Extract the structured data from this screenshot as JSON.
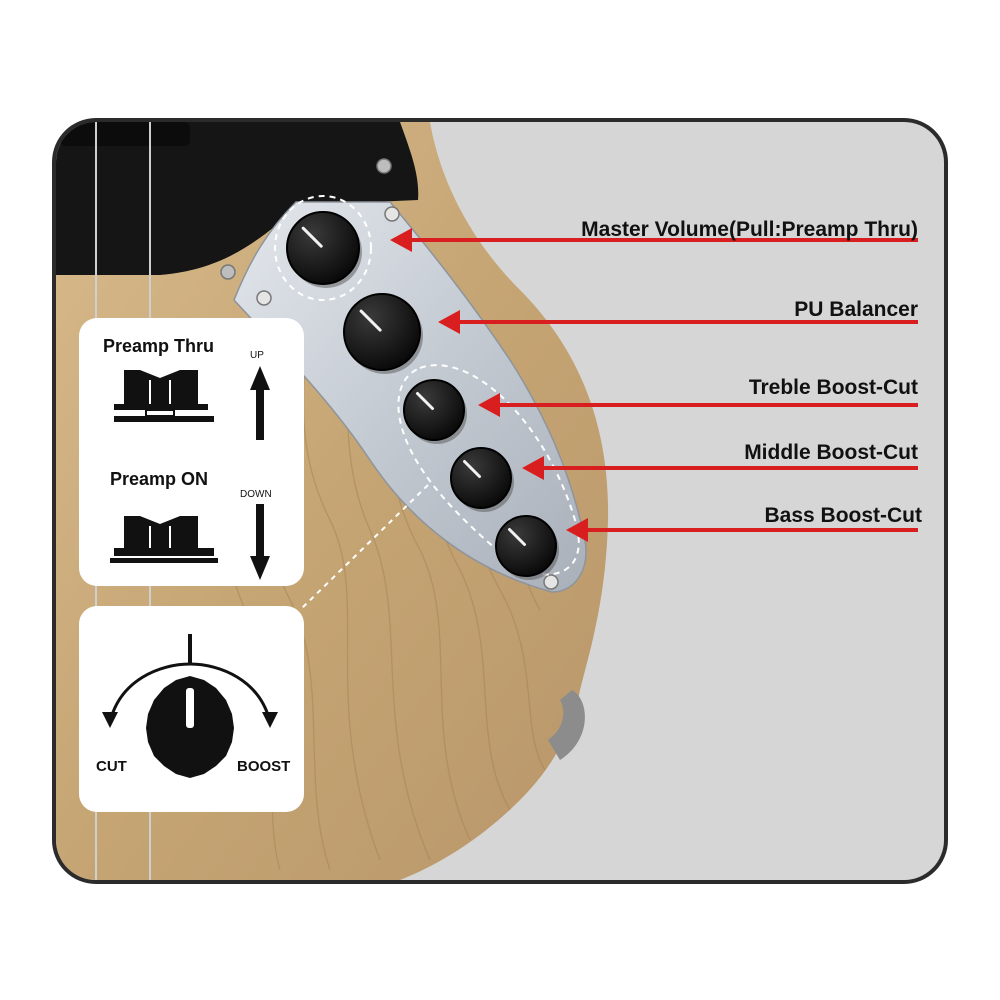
{
  "colors": {
    "frame": "#2b2b2b",
    "backdrop": "#d6d6d6",
    "wood": "#c9a97b",
    "pickguard": "#151515",
    "control_plate": "#c9ced5",
    "knob": "#121212",
    "arrow": "#d81e1e",
    "card": "#ffffff"
  },
  "controls": [
    {
      "label": "Master Volume(Pull:Preamp Thru)",
      "icon": "knob-icon"
    },
    {
      "label": "PU Balancer",
      "icon": "knob-icon"
    },
    {
      "label": "Treble Boost-Cut",
      "icon": "knob-icon"
    },
    {
      "label": "Middle Boost-Cut",
      "icon": "knob-icon"
    },
    {
      "label": "Bass Boost-Cut",
      "icon": "knob-icon"
    }
  ],
  "preamp_card": {
    "thru_label": "Preamp Thru",
    "up_label": "UP",
    "on_label": "Preamp ON",
    "down_label": "DOWN",
    "icons": [
      "knob-pulled-icon",
      "arrow-up-icon",
      "knob-pushed-icon",
      "arrow-down-icon"
    ]
  },
  "knob_card": {
    "cut_label": "CUT",
    "boost_label": "BOOST",
    "icons": [
      "knob-icon",
      "curved-arrow-left-icon",
      "curved-arrow-right-icon"
    ]
  }
}
